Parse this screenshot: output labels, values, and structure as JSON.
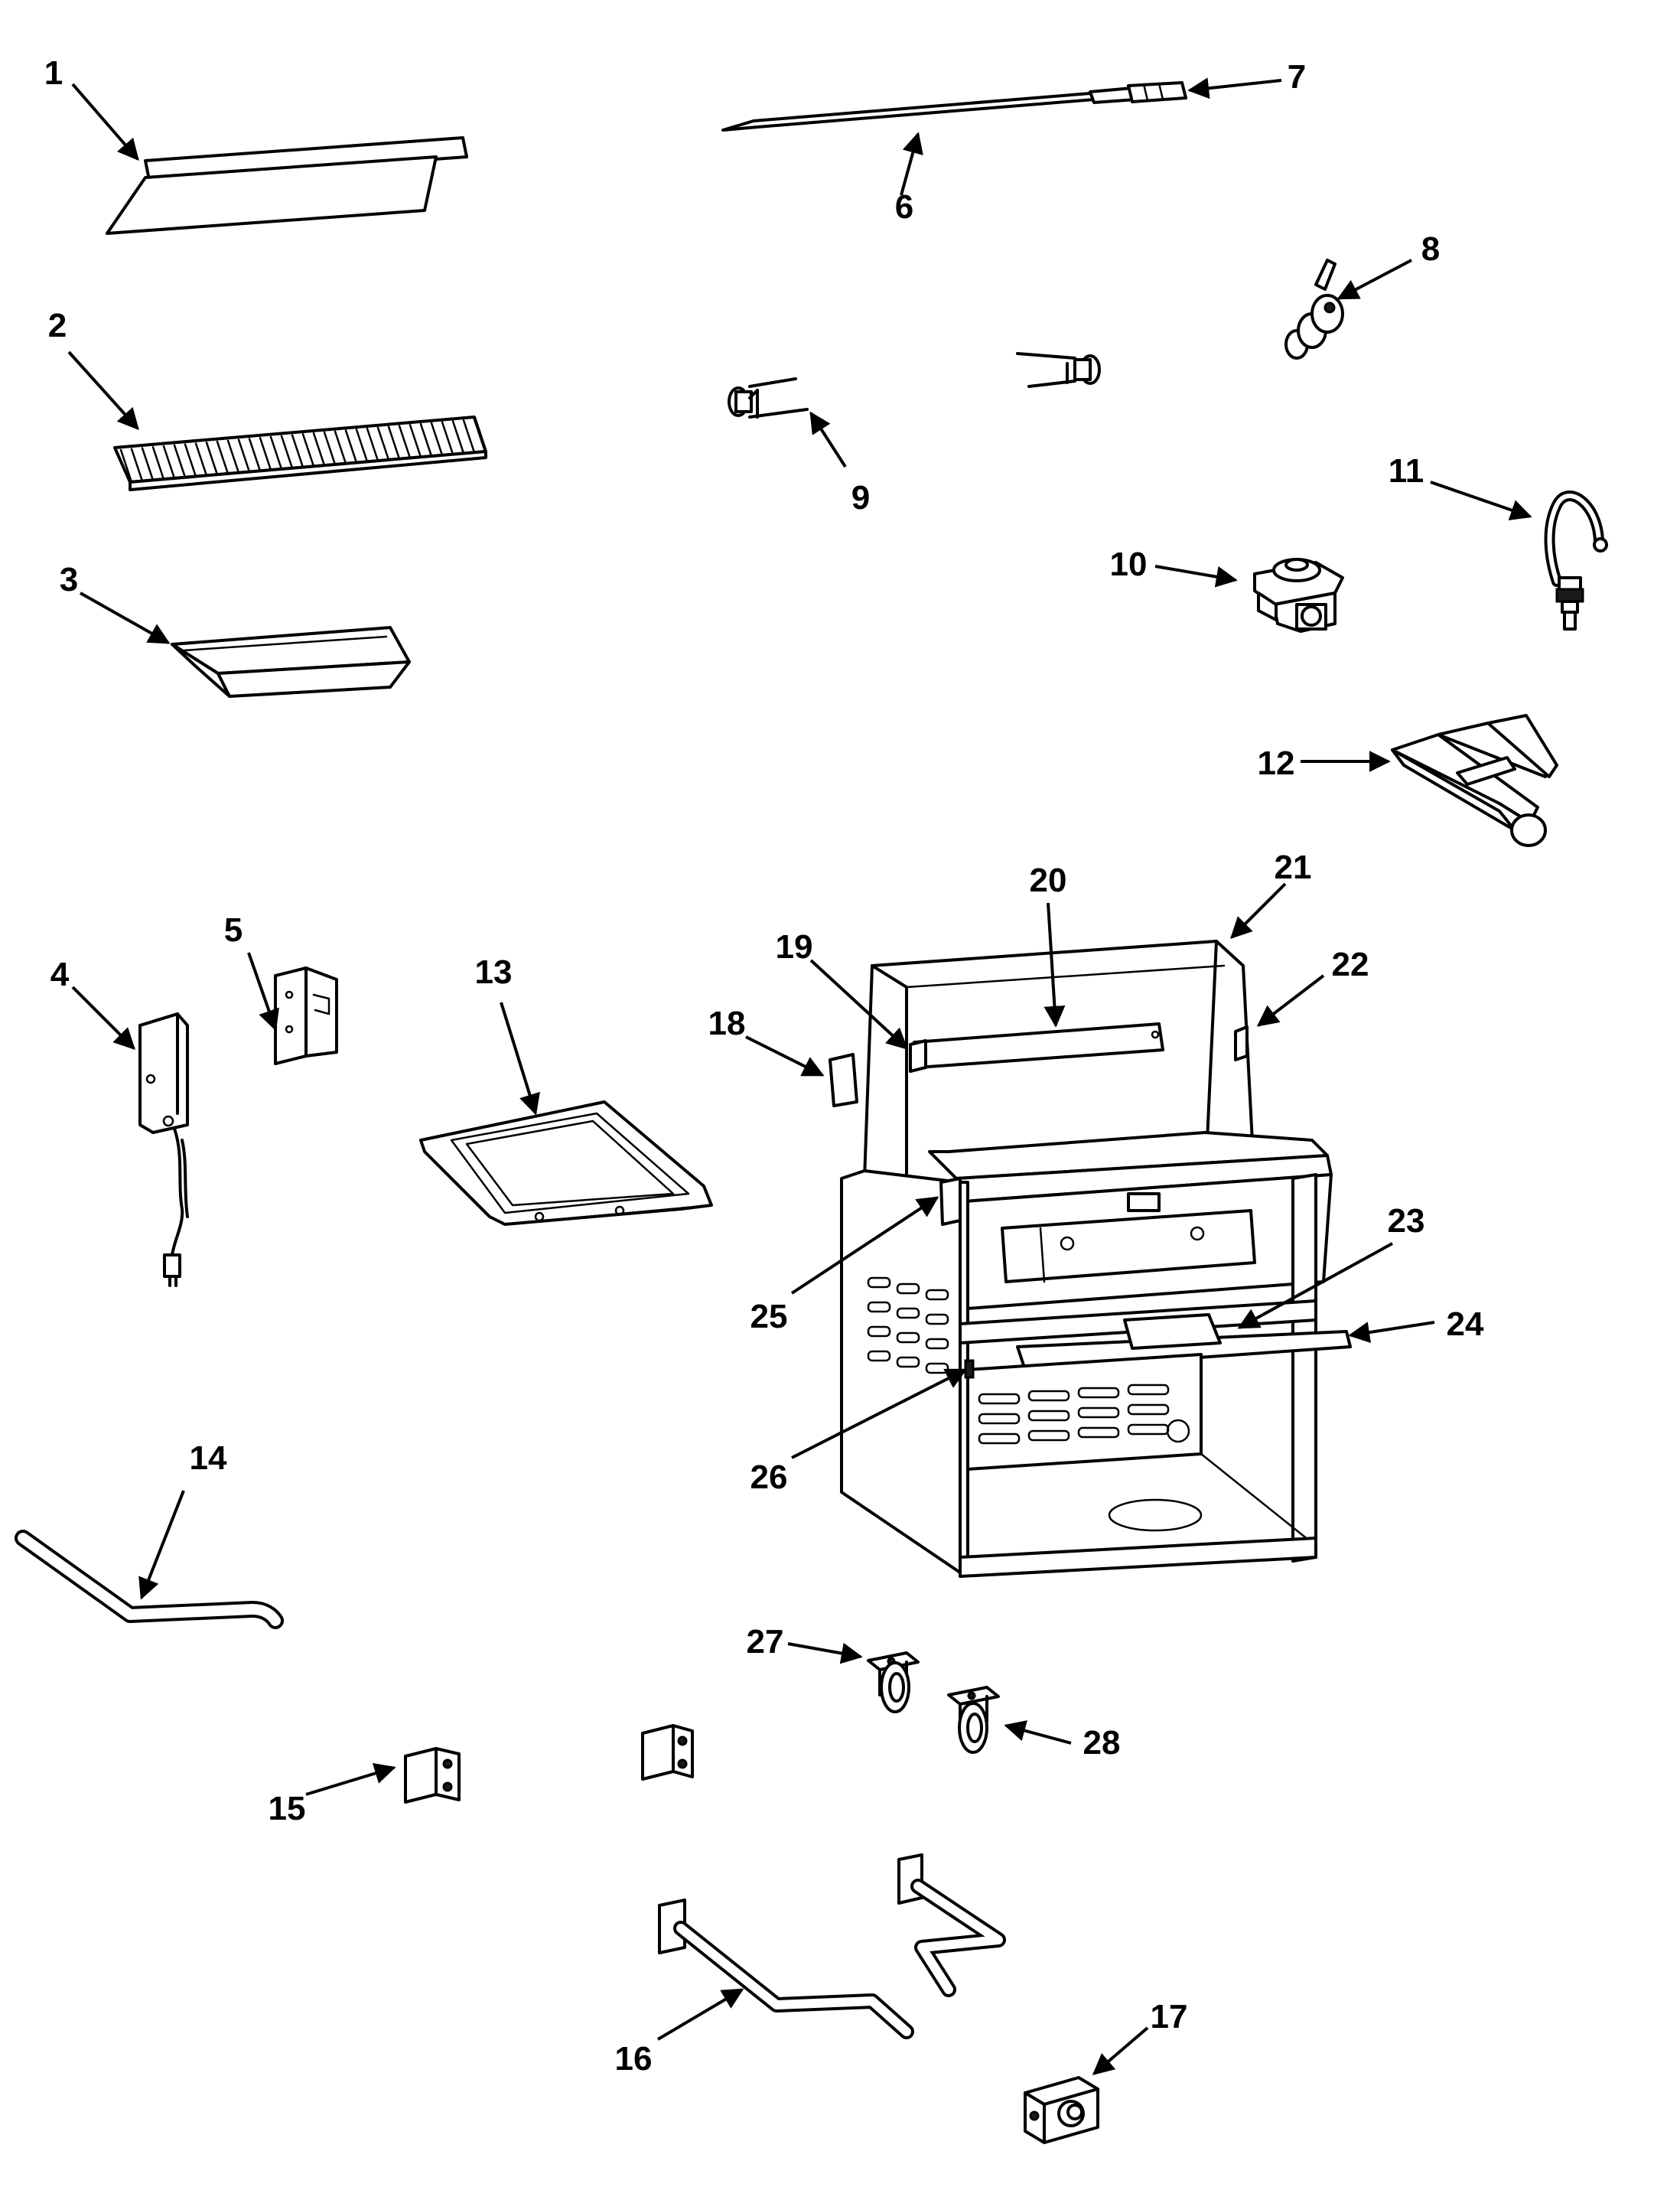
{
  "diagram": {
    "labels": [
      "1",
      "2",
      "3",
      "4",
      "5",
      "6",
      "7",
      "8",
      "9",
      "10",
      "11",
      "12",
      "13",
      "14",
      "15",
      "16",
      "17",
      "18",
      "19",
      "20",
      "21",
      "22",
      "23",
      "24",
      "25",
      "26",
      "27",
      "28"
    ]
  }
}
